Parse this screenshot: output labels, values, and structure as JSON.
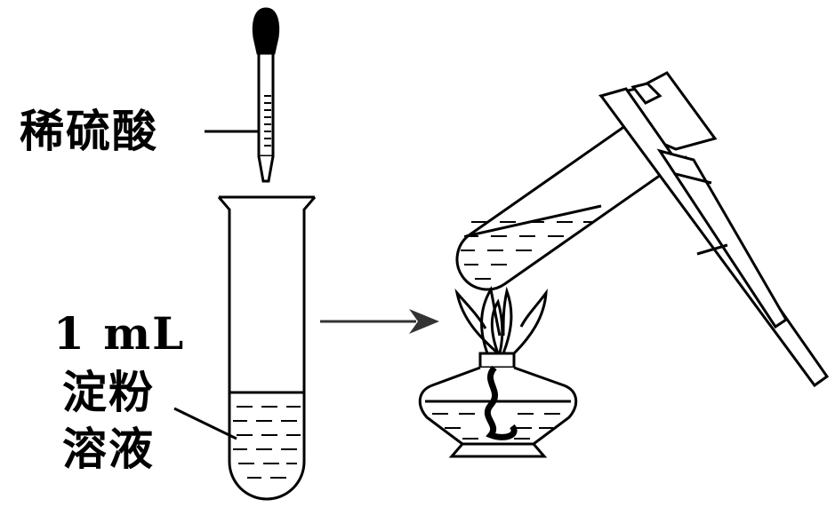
{
  "labels": {
    "reagent": "稀硫酸",
    "volume": "1 mL",
    "solution_line1": "淀粉",
    "solution_line2": "溶液"
  },
  "colors": {
    "stroke": "#000000",
    "fill": "#ffffff"
  }
}
